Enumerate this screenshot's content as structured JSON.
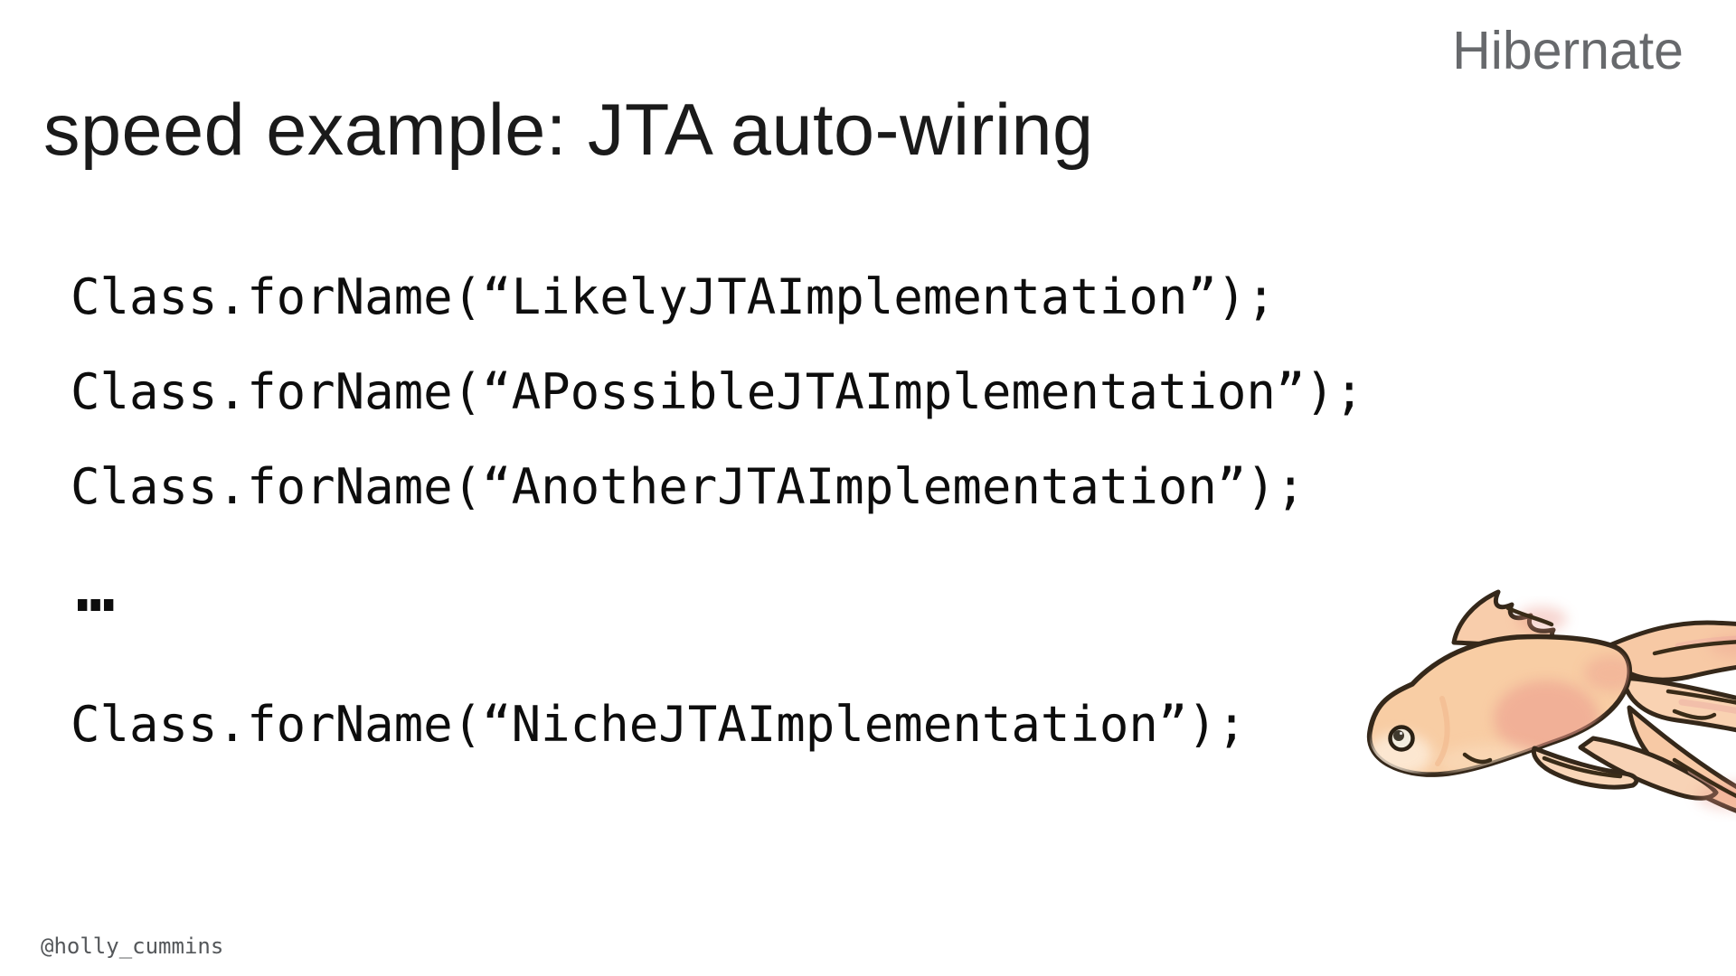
{
  "slide": {
    "brand": "Hibernate",
    "title": "speed example: JTA auto-wiring",
    "code_lines": [
      "Class.forName(“LikelyJTAImplementation”);",
      "Class.forName(“APossibleJTAImplementation”);",
      "Class.forName(“AnotherJTAImplementation”);",
      "…",
      "Class.forName(“NicheJTAImplementation”);"
    ],
    "footer_handle": "@holly_cummins",
    "illustration": "goldfish-drawing",
    "colors": {
      "background": "#ffffff",
      "title_text": "#1a1a1a",
      "code_text": "#0d0d0d",
      "brand_text": "#67696c",
      "footer_text": "#54575a",
      "fish_body": "#f8cda4",
      "fish_outline": "#35281a",
      "fish_blush": "#eb9a8d"
    }
  }
}
